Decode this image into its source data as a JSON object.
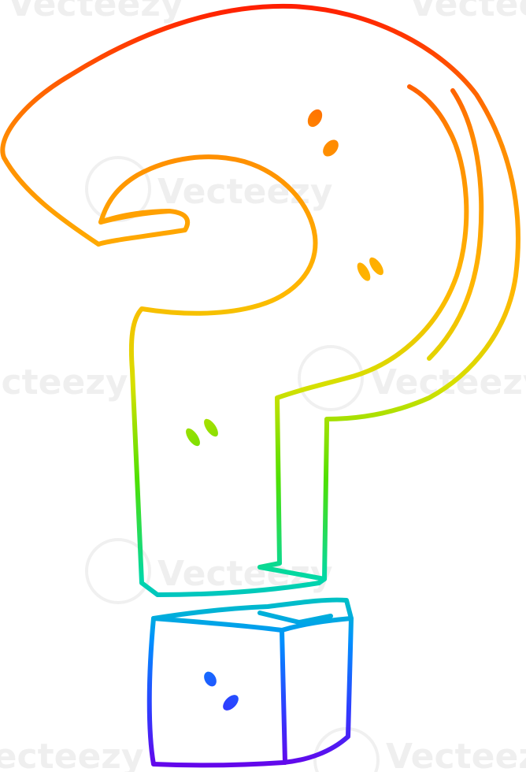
{
  "illustration": {
    "subject": "question-mark",
    "style": "rainbow gradient line art",
    "gradient_colors": [
      "#ff1a00",
      "#ff8a00",
      "#ffb800",
      "#d6e000",
      "#4fe000",
      "#00d8a8",
      "#0090ff",
      "#2f3cff",
      "#6a00e8"
    ]
  },
  "watermark": {
    "text": "Vecteezy"
  }
}
